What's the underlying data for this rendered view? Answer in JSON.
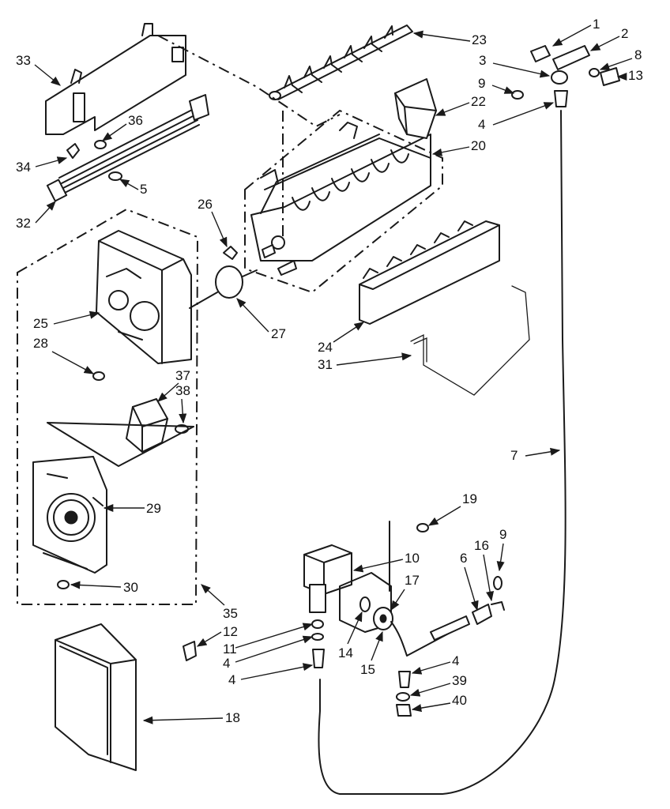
{
  "diagram": {
    "type": "exploded-parts-view",
    "subject": "ice maker assembly",
    "ink_color": "#1a1a1a",
    "paper_color": "#ffffff",
    "callouts": [
      "1",
      "2",
      "3",
      "8",
      "13",
      "9",
      "4",
      "22",
      "20",
      "23",
      "33",
      "36",
      "34",
      "5",
      "32",
      "26",
      "27",
      "25",
      "28",
      "24",
      "31",
      "37",
      "38",
      "29",
      "30",
      "35",
      "7",
      "19",
      "10",
      "17",
      "9",
      "16",
      "6",
      "12",
      "11",
      "4",
      "4",
      "14",
      "15",
      "4",
      "39",
      "40",
      "18"
    ]
  }
}
